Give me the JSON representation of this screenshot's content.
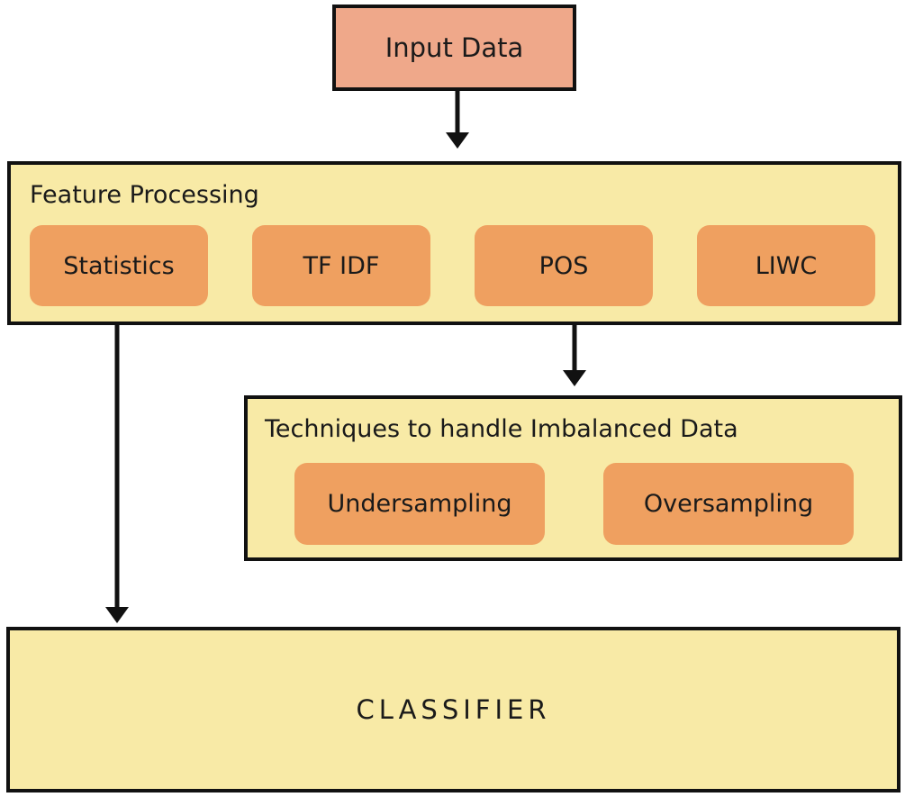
{
  "diagram": {
    "input": {
      "label": "Input Data"
    },
    "feature_processing": {
      "title": "Feature Processing",
      "items": [
        "Statistics",
        "TF IDF",
        "POS",
        "LIWC"
      ]
    },
    "imbalance": {
      "title": "Techniques to handle Imbalanced Data",
      "items": [
        "Undersampling",
        "Oversampling"
      ]
    },
    "classifier": {
      "label": "CLASSIFIER"
    },
    "edges": [
      {
        "from": "Input Data",
        "to": "Feature Processing"
      },
      {
        "from": "Feature Processing",
        "to": "Techniques to handle Imbalanced Data"
      },
      {
        "from": "Feature Processing",
        "to": "CLASSIFIER"
      }
    ],
    "colors": {
      "input_fill": "#efa88a",
      "group_fill": "#f8eaa6",
      "chip_fill": "#efa060",
      "stroke": "#111111"
    }
  }
}
